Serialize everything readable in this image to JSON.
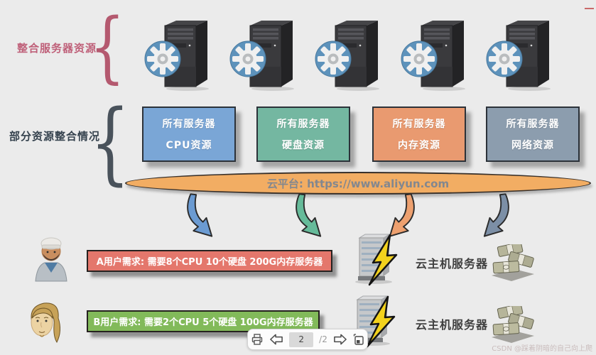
{
  "labels": {
    "integrate": "整合服务器资源",
    "partial": "部分资源整合情况",
    "brace_glyph": "{"
  },
  "resource_boxes": [
    {
      "line1": "所有服务器",
      "line2": "CPU资源",
      "color": "#7aa6d6"
    },
    {
      "line1": "所有服务器",
      "line2": "硬盘资源",
      "color": "#74b7a1"
    },
    {
      "line1": "所有服务器",
      "line2": "内存资源",
      "color": "#e99a70"
    },
    {
      "line1": "所有服务器",
      "line2": "网络资源",
      "color": "#8c9dae"
    }
  ],
  "platform": {
    "label": "云平台: https://www.aliyun.com",
    "fill": "#f2ad63"
  },
  "arrows": [
    {
      "name": "cpu-flow-arrow",
      "color": "#6b9bd2"
    },
    {
      "name": "disk-flow-arrow",
      "color": "#66bb9a"
    },
    {
      "name": "memory-flow-arrow",
      "color": "#eda06f"
    },
    {
      "name": "network-flow-arrow",
      "color": "#7c8fa6"
    }
  ],
  "users": [
    {
      "id": "A",
      "requirement": "A用户需求: 需要8个CPU 10个硬盘 200G内存服务器",
      "bg": "#e4776c",
      "host_label": "云主机服务器"
    },
    {
      "id": "B",
      "requirement": "B用户需求: 需要2个CPU 5个硬盘 100G内存服务器",
      "bg": "#82ba5a",
      "host_label": "云主机服务器"
    }
  ],
  "pager": {
    "current": "2",
    "total_label": "/2"
  },
  "watermark": "CSDN @踩着阴暗的自己向上爬"
}
